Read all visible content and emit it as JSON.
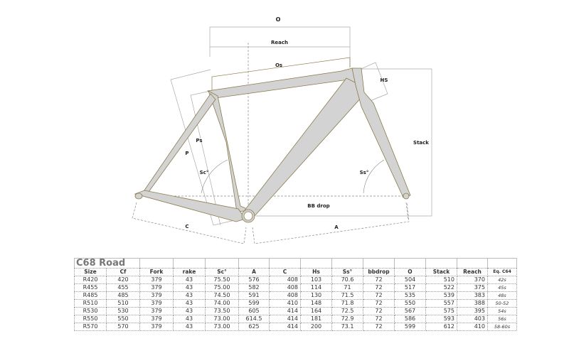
{
  "diagram": {
    "labels": {
      "o": "O",
      "reach": "Reach",
      "os": "Os",
      "hs": "HS",
      "ps": "Ps",
      "p": "P",
      "sc": "Sc°",
      "ss": "Ss°",
      "stack": "Stack",
      "bb_drop": "BB drop",
      "c": "C",
      "a": "A"
    },
    "colors": {
      "frame_fill": "#d3d3d3",
      "frame_outline": "#8a7a4a",
      "dim_lines": "#999999"
    }
  },
  "table": {
    "title": "C68 Road",
    "columns": [
      "Size",
      "Cf",
      "Fork",
      "rake",
      "Sc°",
      "A",
      "C",
      "Hs",
      "Ss°",
      "bbdrop",
      "O",
      "Stack",
      "Reach",
      "Eq. C64"
    ],
    "rows": [
      [
        "R420",
        "420",
        "379",
        "43",
        "75.50",
        "576",
        "408",
        "103",
        "70.6",
        "72",
        "504",
        "510",
        "370",
        "42s"
      ],
      [
        "R455",
        "455",
        "379",
        "43",
        "75.00",
        "582",
        "408",
        "114",
        "71",
        "72",
        "517",
        "522",
        "375",
        "45s"
      ],
      [
        "R485",
        "485",
        "379",
        "43",
        "74.50",
        "591",
        "408",
        "130",
        "71.5",
        "72",
        "535",
        "539",
        "383",
        "48s"
      ],
      [
        "R510",
        "510",
        "379",
        "43",
        "74.00",
        "599",
        "410",
        "148",
        "71.8",
        "72",
        "550",
        "557",
        "388",
        "50-52"
      ],
      [
        "R530",
        "530",
        "379",
        "43",
        "73.50",
        "605",
        "414",
        "164",
        "72.5",
        "72",
        "567",
        "575",
        "395",
        "54s"
      ],
      [
        "R550",
        "550",
        "379",
        "43",
        "73.00",
        "614.5",
        "414",
        "181",
        "72.9",
        "72",
        "586",
        "593",
        "403",
        "56s"
      ],
      [
        "R570",
        "570",
        "379",
        "43",
        "73.00",
        "625",
        "414",
        "200",
        "73.1",
        "72",
        "599",
        "612",
        "410",
        "58-60s"
      ]
    ]
  }
}
